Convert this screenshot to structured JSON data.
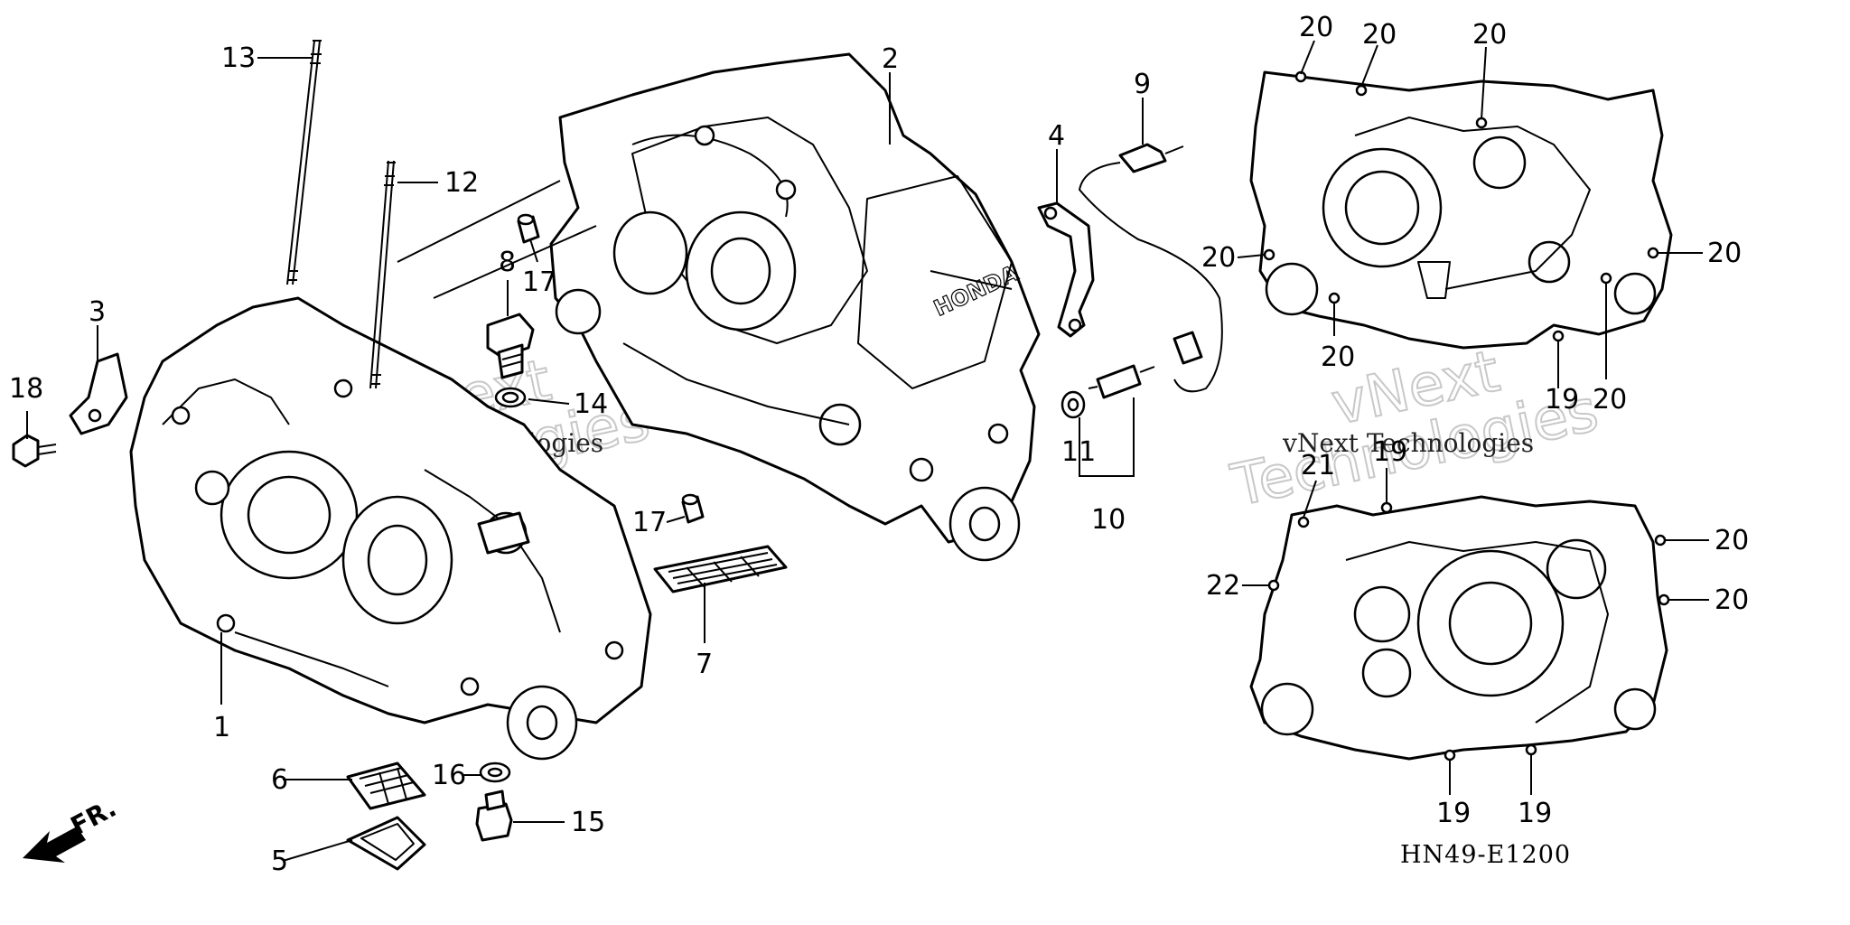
{
  "diagram_code": "HN49-E1200",
  "front_marker": "FR.",
  "brand_text": "HONDA",
  "watermark": {
    "line1": "vNext",
    "line2": "Technologies",
    "small": "vNext Technologies"
  },
  "callouts": {
    "c1": "1",
    "c2": "2",
    "c3": "3",
    "c4": "4",
    "c5": "5",
    "c6": "6",
    "c7": "7",
    "c8": "8",
    "c9": "9",
    "c10": "10",
    "c11": "11",
    "c12": "12",
    "c13": "13",
    "c14": "14",
    "c15": "15",
    "c16": "16",
    "c17a": "17",
    "c17b": "17",
    "c18": "18",
    "c19a": "19",
    "c19b": "19",
    "c19c": "19",
    "c19d": "19",
    "c20a": "20",
    "c20b": "20",
    "c20c": "20",
    "c20d": "20",
    "c20e": "20",
    "c20f": "20",
    "c20g": "20",
    "c20h": "20",
    "c21": "21",
    "c22": "22"
  }
}
